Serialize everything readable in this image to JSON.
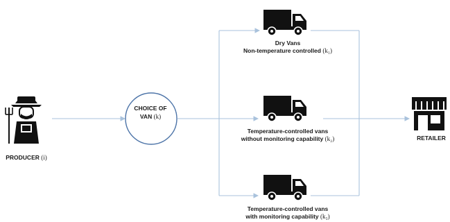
{
  "nodes": {
    "producer": {
      "label": "PRODUCER",
      "symbol": "(i)",
      "icon": "farmer-icon"
    },
    "choice": {
      "line1": "CHOICE OF",
      "line2": "VAN",
      "symbol": "(k)"
    },
    "retailer": {
      "label": "RETAILER",
      "icon": "store-icon"
    },
    "van1": {
      "line1": "Dry Vans",
      "line2": "Non-temperature controlled",
      "symbol": "(k₁)",
      "icon": "truck-icon"
    },
    "van2": {
      "line1": "Temperature-controlled vans",
      "line2": "without monitoring capability",
      "symbol": "(k₂)",
      "icon": "truck-icon"
    },
    "van3": {
      "line1": "Temperature-controlled vans",
      "line2": "with monitoring capability",
      "symbol": "(k₃)",
      "icon": "truck-icon"
    }
  },
  "colors": {
    "arrow": "#a9c2dc",
    "circle": "#4d74a8",
    "ink": "#111111"
  }
}
